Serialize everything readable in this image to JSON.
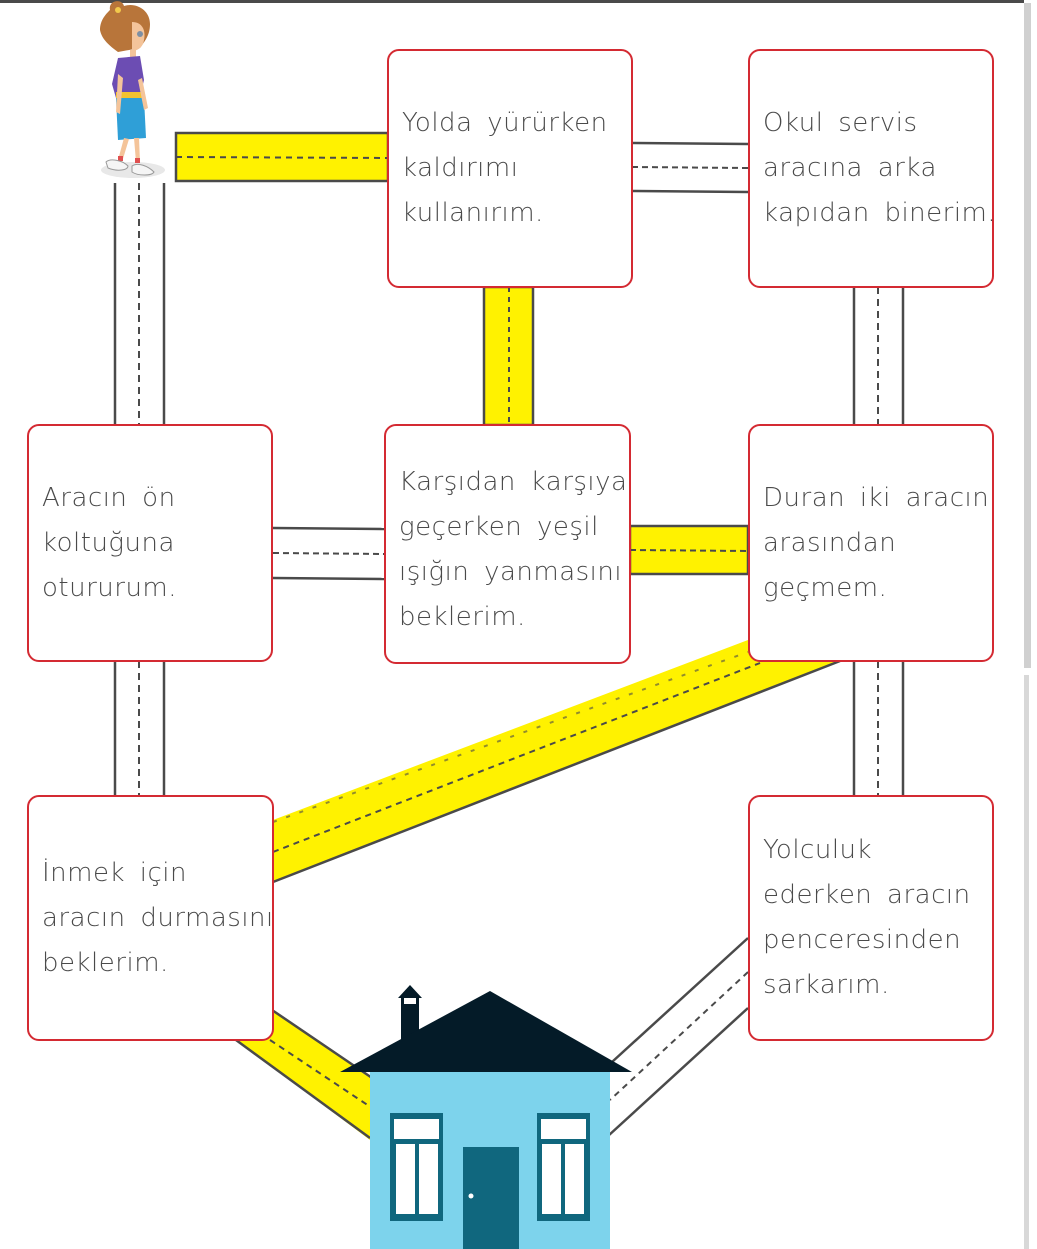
{
  "worksheet": {
    "characters": {
      "girl": "girl-walking-illustration",
      "home": "house-illustration"
    },
    "colors": {
      "card_border": "#d42a32",
      "road_highlight": "#fff200",
      "road_line": "#4a4a4a",
      "house_wall": "#7dd3ec",
      "house_roof": "#041b28",
      "house_door": "#10677e"
    },
    "cards": [
      {
        "id": "card-top-center",
        "lines": [
          "Yolda yürürken",
          "kaldırımı",
          "kullanırım."
        ],
        "on_path": true
      },
      {
        "id": "card-top-right",
        "lines": [
          "Okul servis",
          "aracına arka",
          "kapıdan binerim."
        ],
        "on_path": false
      },
      {
        "id": "card-middle-left",
        "lines": [
          "Aracın ön",
          "koltuğuna",
          "otururum."
        ],
        "on_path": false
      },
      {
        "id": "card-middle-center",
        "lines": [
          "Karşıdan karşıya",
          "geçerken yeşil",
          "ışığın yanmasını",
          "beklerim."
        ],
        "on_path": true
      },
      {
        "id": "card-middle-right",
        "lines": [
          "Duran iki aracın",
          "arasından",
          "geçmem."
        ],
        "on_path": true
      },
      {
        "id": "card-bottom-left",
        "lines": [
          "İnmek için",
          "aracın durmasını",
          "beklerim."
        ],
        "on_path": true
      },
      {
        "id": "card-bottom-right",
        "lines": [
          "Yolculuk",
          "ederken aracın",
          "penceresinden",
          "sarkarım."
        ],
        "on_path": false
      }
    ]
  }
}
